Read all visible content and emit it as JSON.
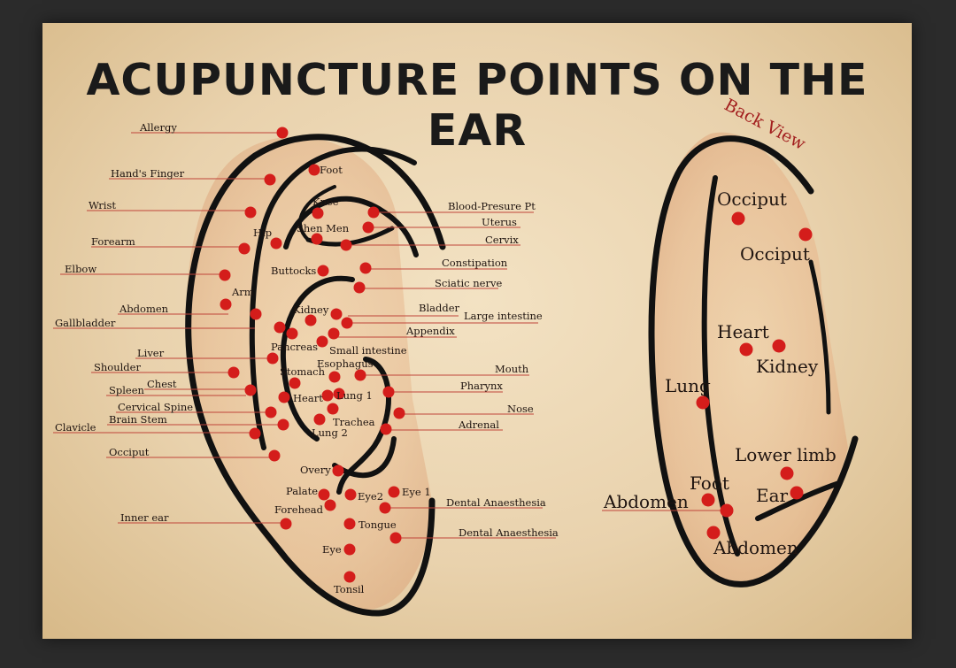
{
  "title": "ACUPUNCTURE POINTS ON THE EAR",
  "front_labels": {
    "allergy": "Allergy",
    "hands_finger": "Hand's Finger",
    "wrist": "Wrist",
    "forearm": "Forearm",
    "elbow": "Elbow",
    "abdomen": "Abdomen",
    "gallbladder": "Gallbladder",
    "liver": "Liver",
    "shoulder": "Shoulder",
    "chest": "Chest",
    "spleen": "Spleen",
    "cervical_spine": "Cervical Spine",
    "brain_stem": "Brain Stem",
    "clavicle": "Clavicle",
    "occiput": "Occiput",
    "inner_ear": "Inner ear",
    "foot": "Foot",
    "knee": "Knee",
    "hip": "Hip",
    "shen_men": "Shen Men",
    "buttocks": "Buttocks",
    "arm": "Arm",
    "kidney": "Kidney",
    "pancreas": "Pancreas",
    "small_intestine": "Small intestine",
    "esophagus": "Esophagus",
    "stomach": "Stomach",
    "heart": "Heart",
    "lung1": "Lung 1",
    "trachea": "Trachea",
    "lung2": "Lung 2",
    "overy": "Overy",
    "palate": "Palate",
    "forehead": "Forehead",
    "eye2": "Eye2",
    "eye1": "Eye 1",
    "tongue": "Tongue",
    "eye": "Eye",
    "tonsil": "Tonsil",
    "blood_pressure": "Blood-Presure Pt",
    "uterus": "Uterus",
    "cervix": "Cervix",
    "constipation": "Constipation",
    "sciatic_nerve": "Sciatic nerve",
    "bladder": "Bladder",
    "large_intestine": "Large intestine",
    "appendix": "Appendix",
    "mouth": "Mouth",
    "pharynx": "Pharynx",
    "nose": "Nose",
    "adrenal": "Adrenal",
    "dental_anaesthesia_1": "Dental Anaesthesia",
    "dental_anaesthesia_2": "Dental Anaesthesia"
  },
  "back_labels": {
    "back_view": "Back View",
    "occiput_1": "Occiput",
    "occiput_2": "Occiput",
    "heart": "Heart",
    "kidney": "Kidney",
    "lung": "Lung",
    "lower_limb": "Lower limb",
    "foot": "Foot",
    "ear": "Ear",
    "abdomen_1": "Abdomen",
    "abdomen_2": "Abdomen"
  },
  "colors": {
    "point": "#d41d1b",
    "leader_line": "#c0453a",
    "outline": "#111111",
    "back_view_text": "#a21e1e"
  }
}
